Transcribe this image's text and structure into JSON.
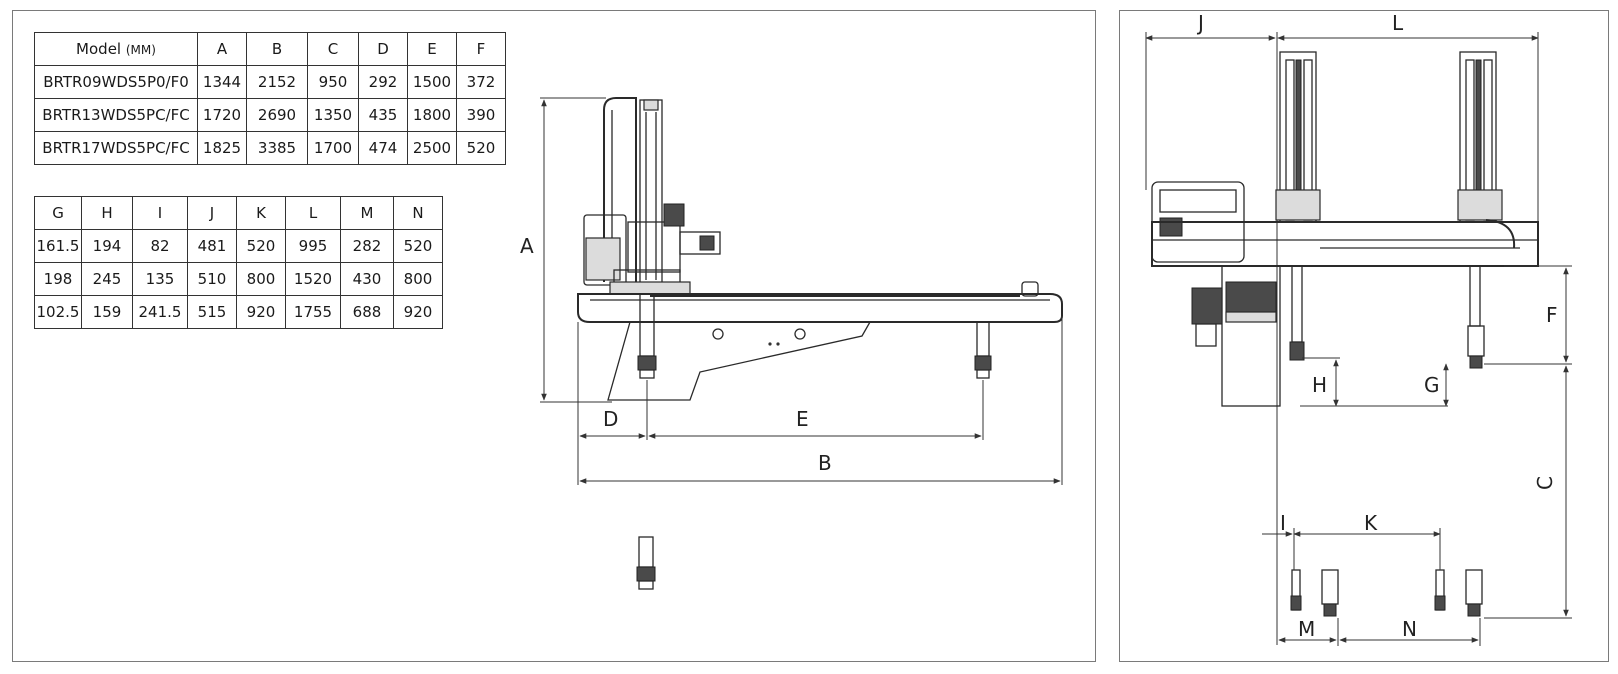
{
  "table_top": {
    "header": {
      "model": "Model",
      "unit": "(MM)",
      "cols": [
        "A",
        "B",
        "C",
        "D",
        "E",
        "F"
      ]
    },
    "rows": [
      {
        "model": "BRTR09WDS5P0/F0",
        "values": [
          "1344",
          "2152",
          "950",
          "292",
          "1500",
          "372"
        ]
      },
      {
        "model": "BRTR13WDS5PC/FC",
        "values": [
          "1720",
          "2690",
          "1350",
          "435",
          "1800",
          "390"
        ]
      },
      {
        "model": "BRTR17WDS5PC/FC",
        "values": [
          "1825",
          "3385",
          "1700",
          "474",
          "2500",
          "520"
        ]
      }
    ]
  },
  "table_bottom": {
    "header": [
      "G",
      "H",
      "I",
      "J",
      "K",
      "L",
      "M",
      "N"
    ],
    "rows": [
      [
        "161.5",
        "194",
        "82",
        "481",
        "520",
        "995",
        "282",
        "520"
      ],
      [
        "198",
        "245",
        "135",
        "510",
        "800",
        "1520",
        "430",
        "800"
      ],
      [
        "102.5",
        "159",
        "241.5",
        "515",
        "920",
        "1755",
        "688",
        "920"
      ]
    ]
  },
  "dimension_labels": {
    "A": "A",
    "B": "B",
    "C": "C",
    "D": "D",
    "E": "E",
    "F": "F",
    "G": "G",
    "H": "H",
    "I": "I",
    "J": "J",
    "K": "K",
    "L": "L",
    "M": "M",
    "N": "N"
  }
}
